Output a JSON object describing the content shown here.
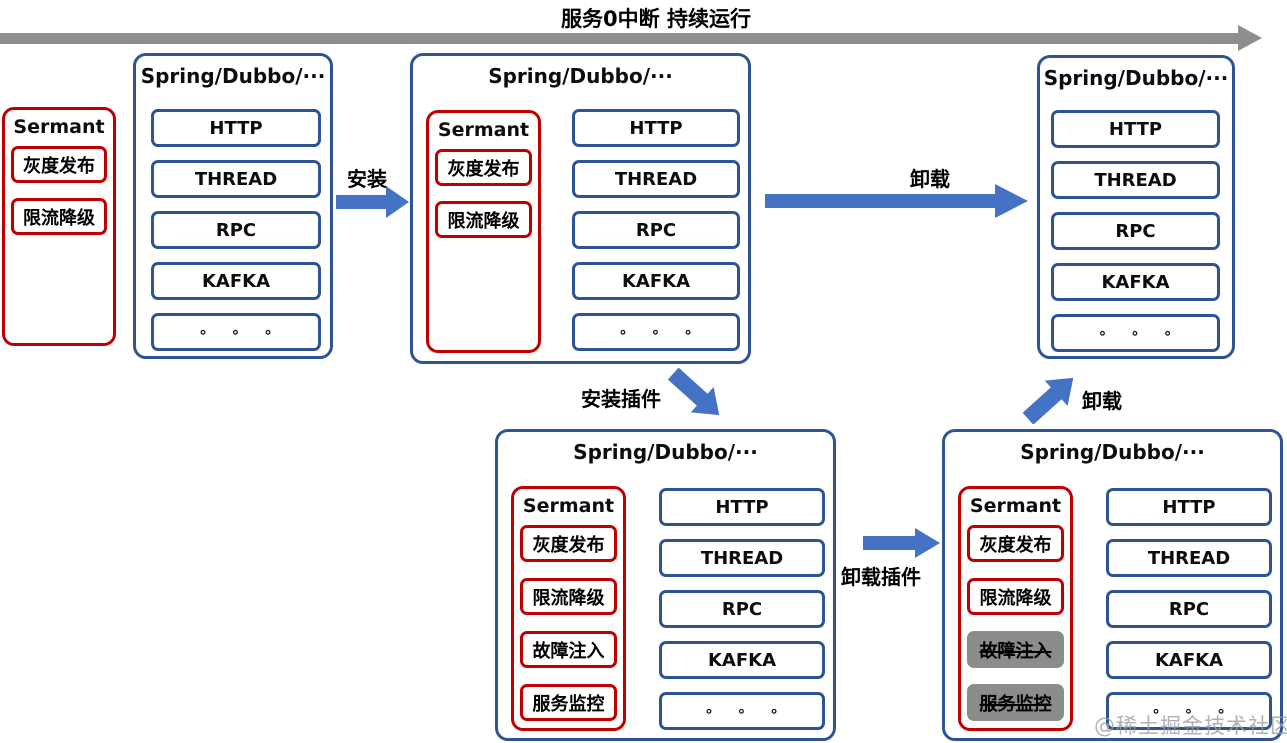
{
  "header": {
    "title": "服务0中断 持续运行"
  },
  "standalone_sermant": {
    "title": "Sermant",
    "plugins": [
      {
        "label": "灰度发布",
        "removed": false
      },
      {
        "label": "限流降级",
        "removed": false
      }
    ]
  },
  "arrows": {
    "install": "安装",
    "uninstall_top": "卸载",
    "install_plugins": "安装插件",
    "uninstall_plugins": "卸载插件",
    "uninstall_bottom": "卸载"
  },
  "apps": [
    {
      "title": "Spring/Dubbo/···",
      "services": [
        "HTTP",
        "THREAD",
        "RPC",
        "KAFKA",
        "∘ ∘ ∘"
      ]
    },
    {
      "title": "Spring/Dubbo/···",
      "sermant": {
        "title": "Sermant",
        "plugins": [
          {
            "label": "灰度发布",
            "removed": false
          },
          {
            "label": "限流降级",
            "removed": false
          }
        ]
      },
      "services": [
        "HTTP",
        "THREAD",
        "RPC",
        "KAFKA",
        "∘ ∘ ∘"
      ]
    },
    {
      "title": "Spring/Dubbo/···",
      "services": [
        "HTTP",
        "THREAD",
        "RPC",
        "KAFKA",
        "∘ ∘ ∘"
      ]
    },
    {
      "title": "Spring/Dubbo/···",
      "sermant": {
        "title": "Sermant",
        "plugins": [
          {
            "label": "灰度发布",
            "removed": false
          },
          {
            "label": "限流降级",
            "removed": false
          },
          {
            "label": "故障注入",
            "removed": false
          },
          {
            "label": "服务监控",
            "removed": false
          }
        ]
      },
      "services": [
        "HTTP",
        "THREAD",
        "RPC",
        "KAFKA",
        "∘ ∘ ∘"
      ]
    },
    {
      "title": "Spring/Dubbo/···",
      "sermant": {
        "title": "Sermant",
        "plugins": [
          {
            "label": "灰度发布",
            "removed": false
          },
          {
            "label": "限流降级",
            "removed": false
          },
          {
            "label": "故障注入",
            "removed": true
          },
          {
            "label": "服务监控",
            "removed": true
          }
        ]
      },
      "services": [
        "HTTP",
        "THREAD",
        "RPC",
        "KAFKA",
        "∘ ∘ ∘"
      ]
    }
  ],
  "watermark": "@稀土掘金技术社区",
  "colors": {
    "box_border_blue": "#2e5492",
    "arrow_blue": "#4472c4",
    "sermant_red": "#c00000",
    "timeline_gray": "#8e8e8e",
    "removed_plugin_bg": "#8c8c8c"
  }
}
